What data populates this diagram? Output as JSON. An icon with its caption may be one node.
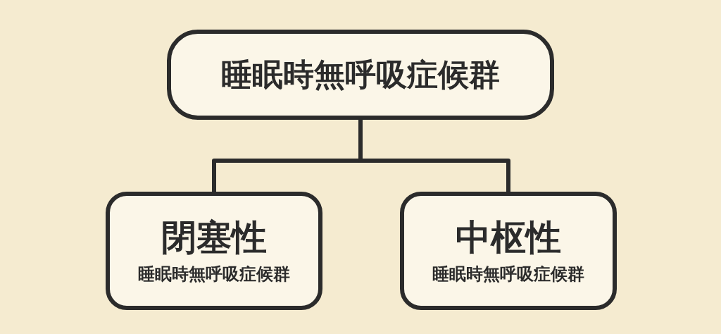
{
  "diagram": {
    "nodes": [
      {
        "text": [
          "睡眠時無呼吸症候群"
        ]
      },
      {
        "text": [
          "閉塞性",
          "睡眠時無呼吸症候群"
        ]
      },
      {
        "text": [
          "中枢性",
          "睡眠時無呼吸症候群"
        ]
      }
    ],
    "edges": [
      {
        "from": 0,
        "to": 1,
        "arrow": "none"
      },
      {
        "from": 0,
        "to": 2,
        "arrow": "none"
      }
    ]
  }
}
